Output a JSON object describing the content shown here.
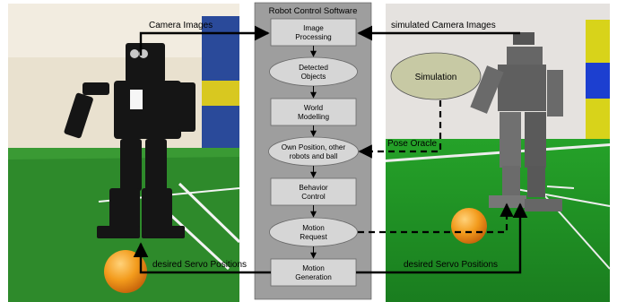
{
  "diagram": {
    "panel_title": "Robot Control Software",
    "nodes": [
      {
        "id": "image-processing",
        "shape": "rect",
        "lines": [
          "Image",
          "Processing"
        ]
      },
      {
        "id": "detected-objects",
        "shape": "ellipse",
        "lines": [
          "Detected",
          "Objects"
        ]
      },
      {
        "id": "world-modelling",
        "shape": "rect",
        "lines": [
          "World",
          "Modelling"
        ]
      },
      {
        "id": "own-position",
        "shape": "ellipse",
        "lines": [
          "Own Position, other",
          "robots and ball"
        ]
      },
      {
        "id": "behavior-control",
        "shape": "rect",
        "lines": [
          "Behavior",
          "Control"
        ]
      },
      {
        "id": "motion-request",
        "shape": "ellipse",
        "lines": [
          "Motion",
          "Request"
        ]
      },
      {
        "id": "motion-generation",
        "shape": "rect",
        "lines": [
          "Motion",
          "Generation"
        ]
      }
    ],
    "simulation_node": {
      "label": "Simulation"
    },
    "edge_labels": {
      "camera_images": "Camera Images",
      "simulated_camera_images": "simulated Camera Images",
      "pose_oracle": "Pose Oracle",
      "servo_left": "desired Servo Positions",
      "servo_right": "desired Servo Positions"
    },
    "photos": {
      "left": "real humanoid robot on soccer field with orange ball",
      "right": "simulated humanoid robot on soccer field with orange ball"
    },
    "colors": {
      "panel_bg": "#9e9e9e",
      "node_fill": "#d6d6d6",
      "simulation_fill": "#c7c9a4",
      "field_green": "#2f8a2a",
      "ball_orange": "#f39b1c",
      "arrow": "#000000"
    }
  }
}
